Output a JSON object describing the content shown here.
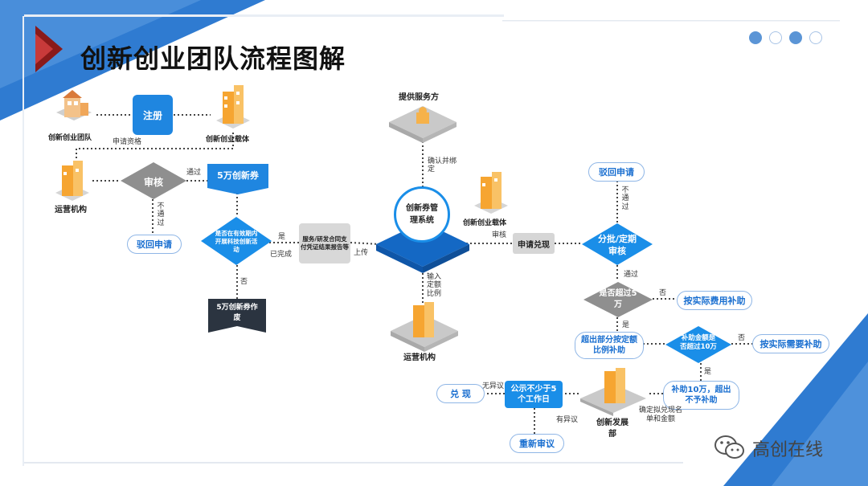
{
  "title": "创新创业团队流程图解",
  "pagination": [
    "active",
    "inactive",
    "active",
    "inactive"
  ],
  "nodes": {
    "team": "创新创业团队",
    "carrier_left": "创新创业载体",
    "register": "注册",
    "apply_qualification": "申请资格",
    "operator_left": "运营机构",
    "review": "审核",
    "pass": "通过",
    "not_pass": "不通过",
    "voucher_50k": "5万创新券",
    "reject_left": "驳回申请",
    "valid_period_q": "是否在有效期内开展科技创新活动",
    "yes": "是",
    "completed": "已完成",
    "no": "否",
    "voucher_void": "5万创新券作废",
    "service_contract": "服务/研发合同支付凭证结果报告等",
    "upload": "上传",
    "provider": "提供服务方",
    "confirm_bind": "确认并绑定",
    "system": "创新券管理系统",
    "carrier_right": "创新创业载体",
    "review_small": "审核",
    "apply_redeem": "申请兑现",
    "input_ratio": "输入定额比例",
    "operator_bottom": "运营机构",
    "reject_right": "驳回申请",
    "batch_review": "分批/定期审核",
    "pass_right": "通过",
    "over_50k_q": "是否超过5万",
    "no_right": "否",
    "actual_cost": "按实际费用补助",
    "yes_right": "是",
    "over_part": "超出部分按定额比例补助",
    "over_100k_q": "补助金额是否超过10万",
    "no_right2": "否",
    "actual_need": "按实际需要补助",
    "yes_right2": "是",
    "cap_100k": "补助10万，超出不予补助",
    "dept": "创新发展部",
    "confirm_list": "确定拟兑现名单和金额",
    "publicity": "公示不少于5个工作日",
    "no_objection": "无异议",
    "has_objection": "有异议",
    "redeem": "兑 现",
    "reconsider": "重新审议"
  },
  "watermark": "高创在线",
  "colors": {
    "blue": "#1a6fd0",
    "gray": "#8a8a8a",
    "dark": "#2b3440",
    "accent": "#9b1b1b"
  }
}
